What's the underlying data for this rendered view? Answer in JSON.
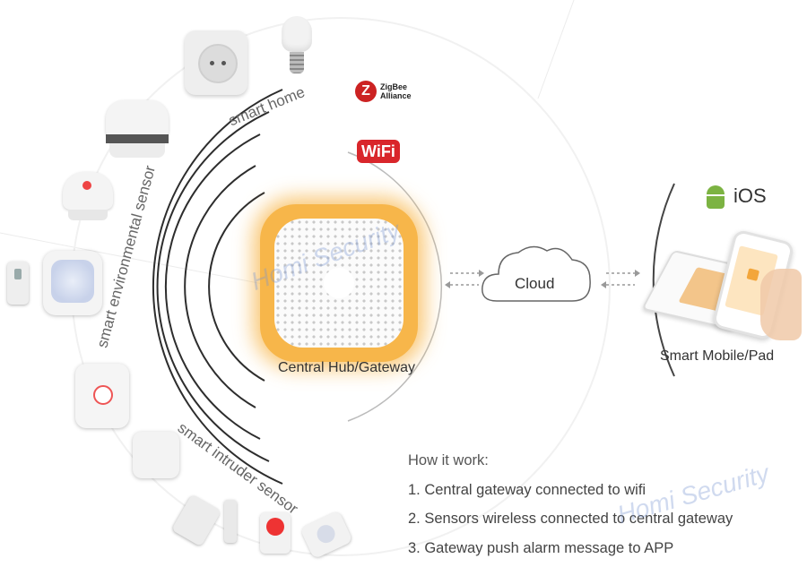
{
  "logos": {
    "zigbee_text": "ZigBee Alliance",
    "wifi_text": "WiFi",
    "ios_text": "iOS"
  },
  "arc_labels": {
    "smart_home": "smart home",
    "environmental": "smart environmental sensor",
    "intruder": "smart intruder sensor"
  },
  "hub": {
    "label": "Central Hub/Gateway"
  },
  "cloud": {
    "label": "Cloud"
  },
  "mobile": {
    "label": "Smart Mobile/Pad"
  },
  "how_it_works": {
    "title": "How it work:",
    "steps": [
      "1. Central gateway connected to wifi",
      "2. Sensors wireless connected to central gateway",
      "3. Gateway push alarm message to APP"
    ]
  },
  "watermarks": [
    "Homi Security",
    "Homi Security"
  ],
  "colors": {
    "glow": "#f7b64a",
    "wifi_red": "#d9262b",
    "android_green": "#7cb342",
    "hub_orange": "#f3a63b"
  }
}
